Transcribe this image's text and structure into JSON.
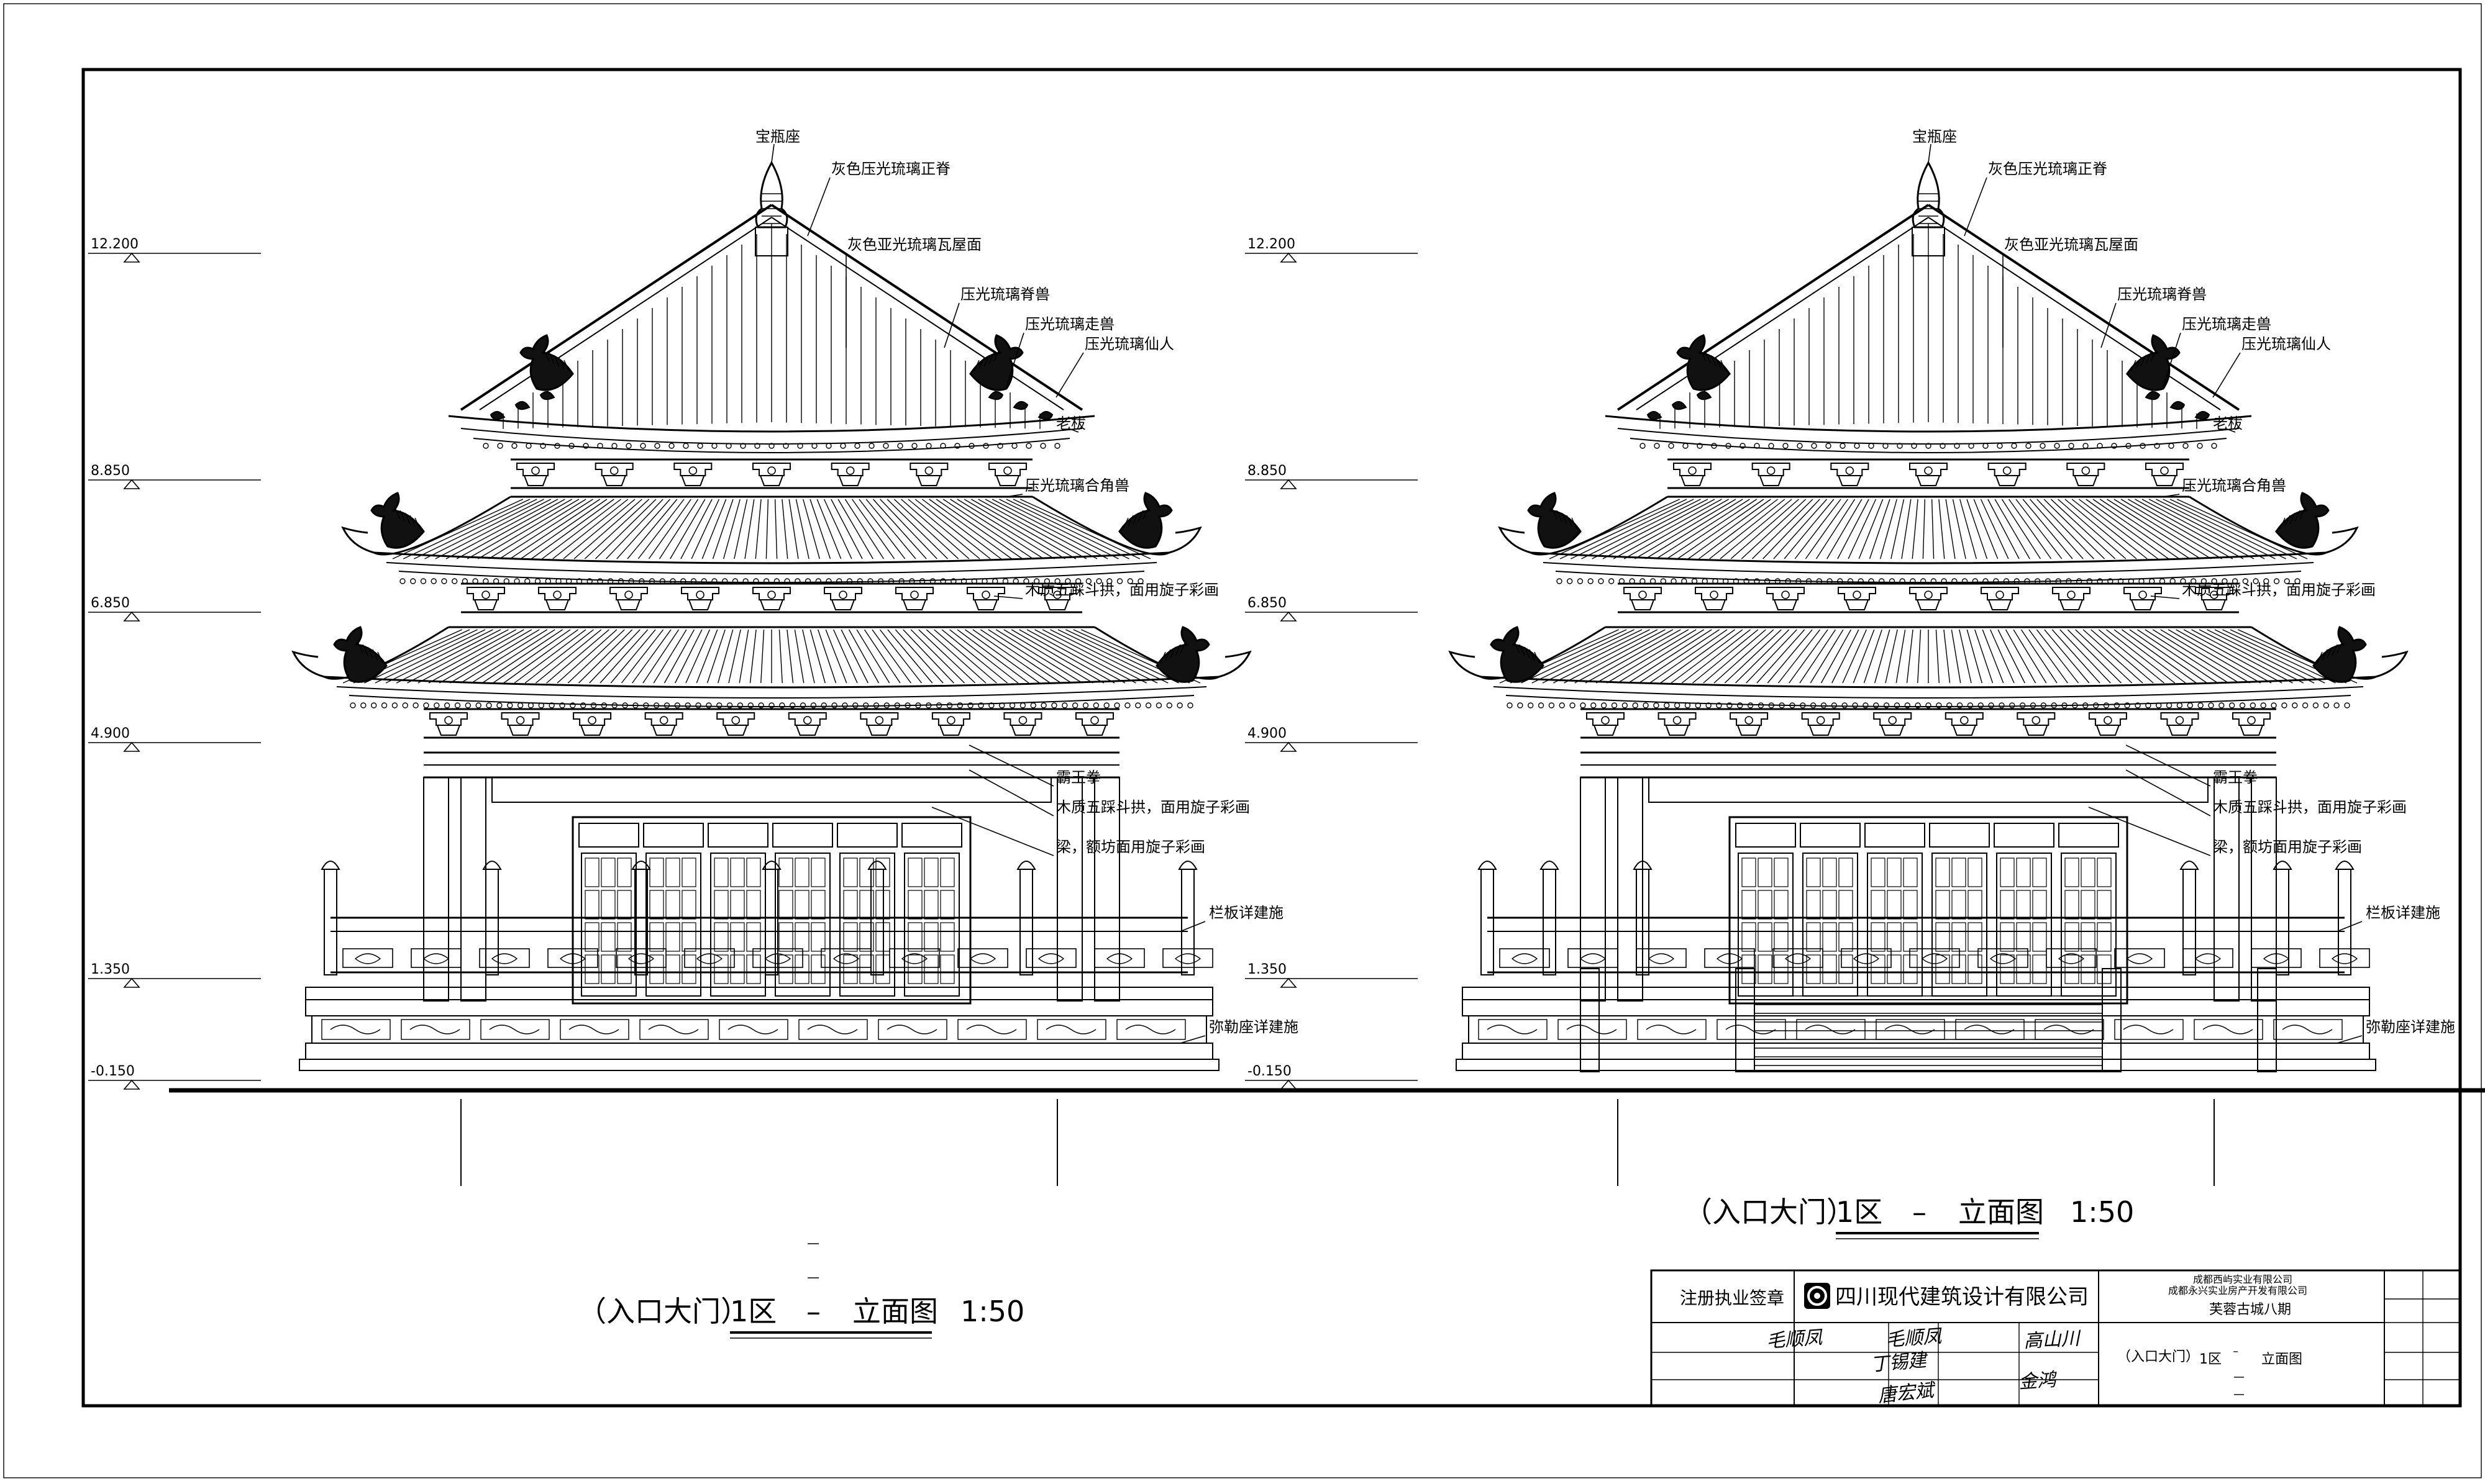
{
  "elevations": [
    {
      "id": "left",
      "title": {
        "prefix": "（入口大门）",
        "zone": "1区",
        "dash": "–",
        "name": "立面图",
        "scale": "1:50"
      },
      "levels": [
        "12.200",
        "8.850",
        "6.850",
        "4.900",
        "1.350",
        "-0.150"
      ]
    },
    {
      "id": "right",
      "title": {
        "prefix": "（入口大门）",
        "zone": "1区",
        "dash": "–",
        "name": "立面图",
        "scale": "1:50"
      },
      "levels": [
        "12.200",
        "8.850",
        "6.850",
        "4.900",
        "1.350",
        "-0.150"
      ]
    }
  ],
  "annotations": {
    "vase_base": "宝瓶座",
    "ridge": "灰色压光琉璃正脊",
    "roof_tile": "灰色亚光琉璃瓦屋面",
    "ridge_beast": "压光琉璃脊兽",
    "walking_beast": "压光琉璃走兽",
    "immortal": "压光琉璃仙人",
    "eave_rafter": "老柭",
    "corner_beast": "压光琉璃合角兽",
    "bracket_upper": "木质五踩斗拱，面用旋子彩画",
    "bawang": "霸王拳",
    "bracket_lower": "木质五踩斗拱，面用旋子彩画",
    "beam": "梁，额坊面用旋子彩画",
    "railing": "栏板详建施",
    "plinth": "弥勒座详建施"
  },
  "title_block": {
    "seal_label": "注册执业签章",
    "company": "四川现代建筑设计有限公司",
    "client_line1": "成都西屿实业有限公司",
    "client_line2": "成都永兴实业房产开发有限公司",
    "project": "芙蓉古城八期",
    "drawing_name_prefix": "（入口大门）",
    "drawing_zone": "1区",
    "drawing_dash": "–",
    "drawing_name": "立面图",
    "signatures": [
      "毛顺凤",
      "毛顺凤",
      "丁锡建",
      "唐宏斌",
      "高山川",
      "金鸿"
    ]
  }
}
